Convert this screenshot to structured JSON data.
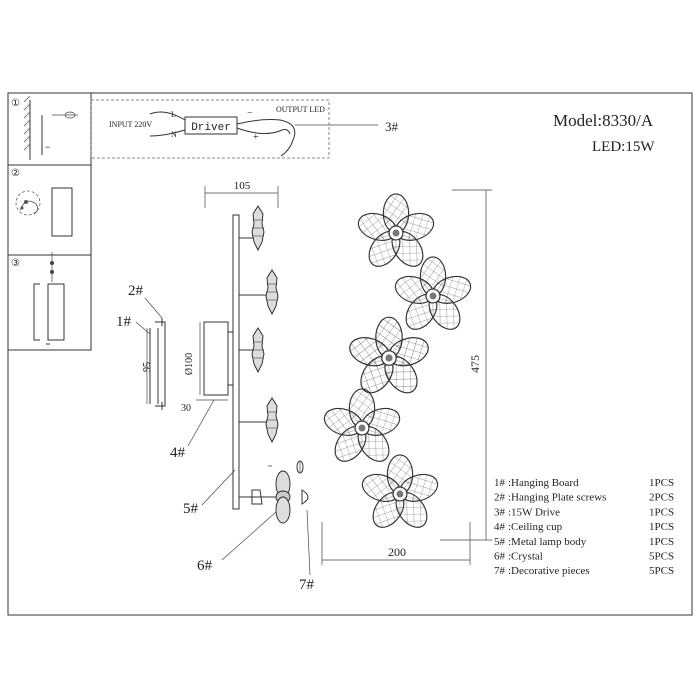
{
  "model_label": "Model:8330/A",
  "led_label": "LED:15W",
  "steps": [
    "①",
    "②",
    "③"
  ],
  "wiring": {
    "input_label": "INPUT 220V",
    "l": "L",
    "n": "N",
    "driver": "Driver",
    "output_label": "OUTPUT  LED",
    "minus": "−",
    "plus": "+"
  },
  "callouts": {
    "c1": "1#",
    "c2": "2#",
    "c3": "3#",
    "c4": "4#",
    "c5": "5#",
    "c6": "6#",
    "c7": "7#"
  },
  "dimensions": {
    "d105": "105",
    "d95": "95",
    "d100": "Ø100",
    "d30": "30",
    "d475": "475",
    "d200": "200"
  },
  "parts": [
    {
      "code": "1#",
      "name": ":Hanging Board",
      "qty": "1PCS"
    },
    {
      "code": "2#",
      "name": ":Hanging Plate screws",
      "qty": "2PCS"
    },
    {
      "code": "3#",
      "name": ":15W Drive",
      "qty": "1PCS"
    },
    {
      "code": "4#",
      "name": ":Ceiling cup",
      "qty": "1PCS"
    },
    {
      "code": "5#",
      "name": ":Metal lamp body",
      "qty": "1PCS"
    },
    {
      "code": "6#",
      "name": ":Crystal",
      "qty": "5PCS"
    },
    {
      "code": "7#",
      "name": ":Decorative pieces",
      "qty": "5PCS"
    }
  ]
}
